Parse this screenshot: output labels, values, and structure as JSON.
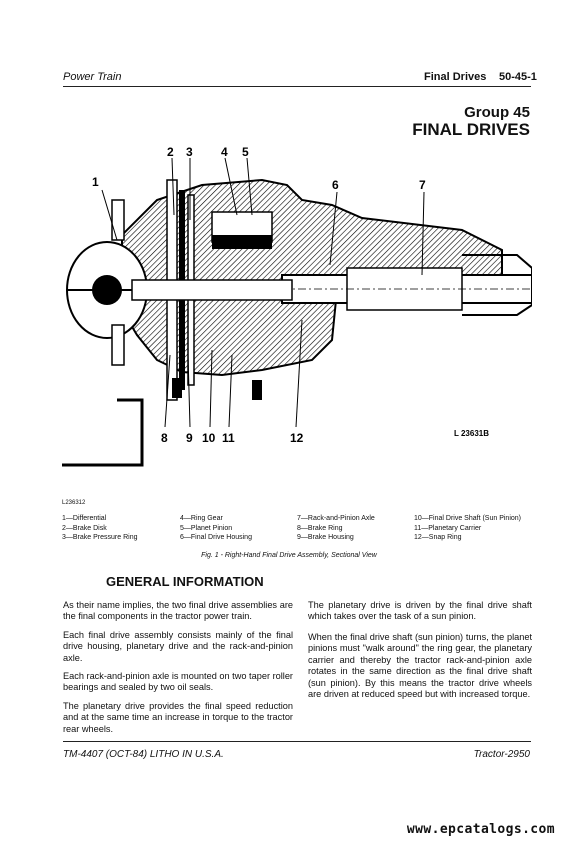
{
  "header": {
    "section_left": "Power Train",
    "title": "Final Drives",
    "page_number": "50-45-1"
  },
  "group": "Group 45",
  "section_title": "FINAL DRIVES",
  "figure": {
    "top_callouts": [
      "2",
      "3",
      "4",
      "5",
      "6",
      "7"
    ],
    "left_callout": "1",
    "bottom_callouts": [
      "8",
      "9",
      "10",
      "11",
      "12"
    ],
    "drawing_id": "L 23631B",
    "small_id": "L236312"
  },
  "legend": [
    [
      "1—Differential",
      "2—Brake Disk",
      "3—Brake Pressure Ring"
    ],
    [
      "4—Ring Gear",
      "5—Planet Pinion",
      "6—Final Drive Housing"
    ],
    [
      "7—Rack-and-Pinion Axle",
      "8—Brake Ring",
      "9—Brake Housing"
    ],
    [
      "10—Final Drive Shaft (Sun Pinion)",
      "11—Planetary Carrier",
      "12—Snap Ring"
    ]
  ],
  "caption": "Fig. 1 - Right-Hand Final Drive Assembly, Sectional View",
  "general_heading": "GENERAL INFORMATION",
  "left_paragraphs": [
    "As their name implies, the two final drive assemblies are the final components in the tractor power train.",
    "Each final drive assembly consists mainly of the final drive housing, planetary drive and the rack-and-pinion axle.",
    "Each rack-and-pinion axle is mounted on two taper roller bearings and sealed by two oil seals.",
    "The planetary drive provides the final speed reduction and at the same time an increase in torque to the tractor rear wheels."
  ],
  "right_paragraphs": [
    "The planetary drive is driven by the final drive shaft which takes over the task of a sun pinion.",
    "When the final drive shaft (sun pinion) turns, the planet pinions must \"walk around\" the ring gear, the planetary carrier and thereby the tractor rack-and-pinion axle rotates in the same direction as the final drive shaft (sun pinion). By this means the tractor drive wheels are driven at reduced speed but with increased torque."
  ],
  "footer": {
    "left": "TM-4407 (OCT-84) LITHO IN U.S.A.",
    "right": "Tractor-2950"
  },
  "watermark": "www.epcatalogs.com"
}
